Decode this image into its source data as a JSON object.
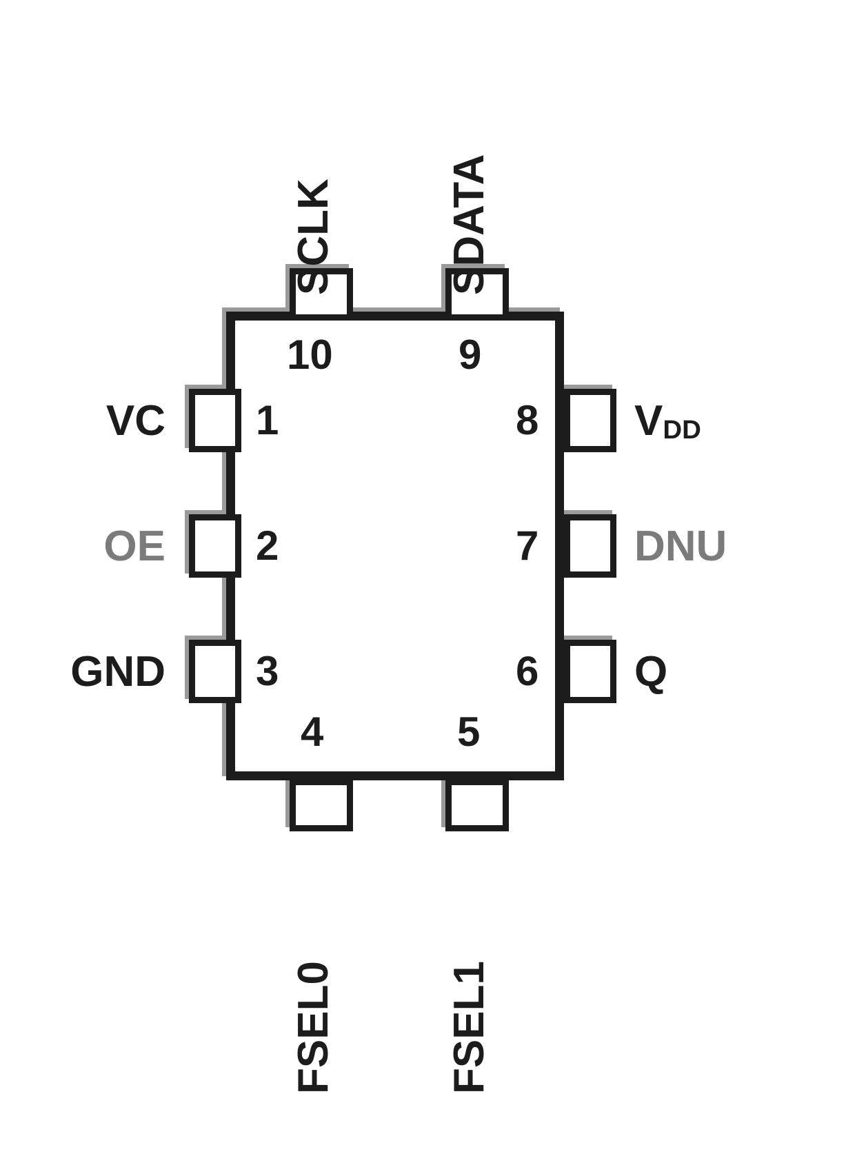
{
  "diagram": {
    "title": "10-pin IC package pinout",
    "package_outline": "rectangular chip body with 3 pins per side and 2 pins on top and bottom",
    "colors": {
      "body_outline": "#1c1c1c",
      "shadow_outline": "#9a9a9a",
      "label_primary": "#1c1c1c",
      "label_grey": "#7b7b7b",
      "background": "#ffffff"
    }
  },
  "pins": {
    "top": [
      {
        "number": "10",
        "label": "SCLK",
        "label_color": "dark"
      },
      {
        "number": "9",
        "label": "SDATA",
        "label_color": "dark"
      }
    ],
    "left": [
      {
        "number": "1",
        "label": "VC",
        "label_color": "dark"
      },
      {
        "number": "2",
        "label": "OE",
        "label_color": "grey"
      },
      {
        "number": "3",
        "label": "GND",
        "label_color": "dark"
      }
    ],
    "right": [
      {
        "number": "8",
        "label": "V",
        "label_sub": "DD",
        "label_color": "dark"
      },
      {
        "number": "7",
        "label": "DNU",
        "label_color": "grey"
      },
      {
        "number": "6",
        "label": "Q",
        "label_color": "dark"
      }
    ],
    "bottom": [
      {
        "number": "4",
        "label": "FSEL0",
        "label_color": "dark"
      },
      {
        "number": "5",
        "label": "FSEL1",
        "label_color": "dark"
      }
    ]
  }
}
